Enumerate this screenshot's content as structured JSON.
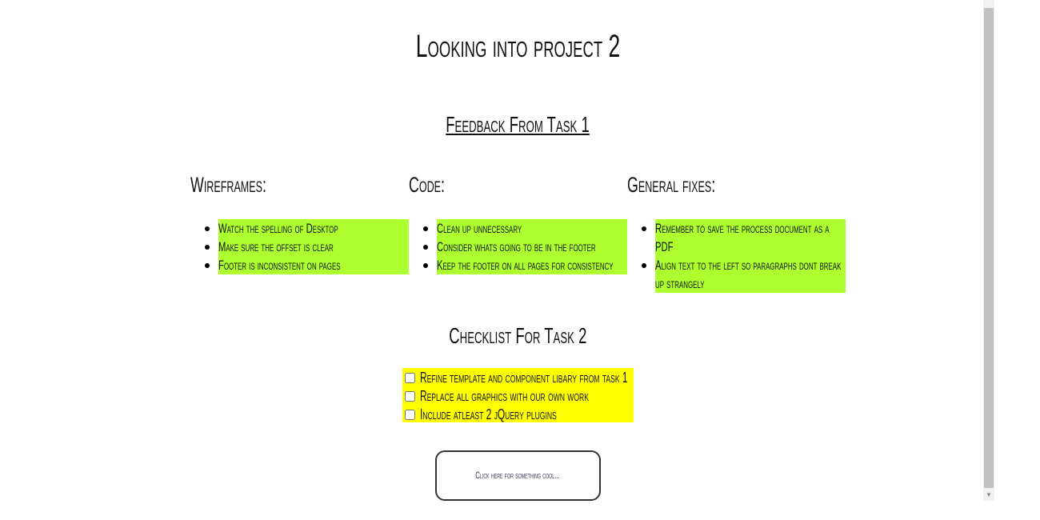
{
  "title": "Looking into project 2",
  "feedback_heading": "Feedback From Task 1",
  "columns": [
    {
      "heading": "Wireframes:",
      "items": [
        "Watch the spelling of Desktop",
        "Make sure the offset is clear",
        "Footer is inconsistent on pages"
      ]
    },
    {
      "heading": "Code:",
      "items": [
        "Clean up unnecessary",
        "Consider whats going to be in the footer",
        "Keep the footer on all pages for consistency"
      ]
    },
    {
      "heading": "General fixes:",
      "items": [
        "Remember to save the process document as a PDF",
        "Align text to the left so paragraphs dont break up strangely"
      ]
    }
  ],
  "checklist_heading": "Checklist For Task 2",
  "checklist": [
    "Refine template and component libary from task 1",
    "Replace all graphics with our own work",
    "Include atleast 2 jQuery plugins"
  ],
  "cool_button": "Click here for something cool...",
  "colors": {
    "feedback_highlight": "#adff2f",
    "checklist_highlight": "#ffff00"
  }
}
